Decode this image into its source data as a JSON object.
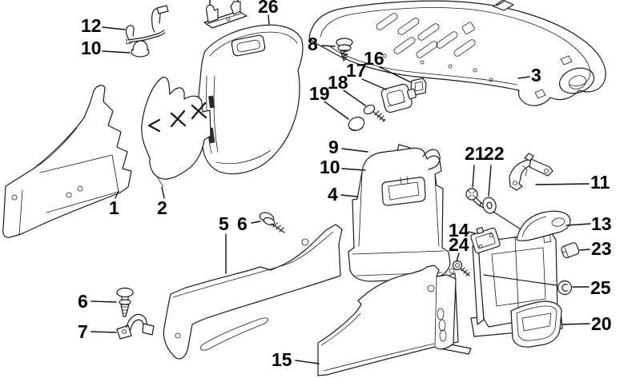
{
  "diagram": {
    "background": "#ffffff",
    "ink": "#1b1b1b",
    "callouts": [
      {
        "label": "12"
      },
      {
        "label": "10"
      },
      {
        "label": "26"
      },
      {
        "label": "8"
      },
      {
        "label": "16"
      },
      {
        "label": "17"
      },
      {
        "label": "18"
      },
      {
        "label": "19"
      },
      {
        "label": "3"
      },
      {
        "label": "9"
      },
      {
        "label": "10"
      },
      {
        "label": "4"
      },
      {
        "label": "21"
      },
      {
        "label": "22"
      },
      {
        "label": "11"
      },
      {
        "label": "13"
      },
      {
        "label": "14"
      },
      {
        "label": "24"
      },
      {
        "label": "23"
      },
      {
        "label": "25"
      },
      {
        "label": "20"
      },
      {
        "label": "5"
      },
      {
        "label": "6"
      },
      {
        "label": "1"
      },
      {
        "label": "2"
      },
      {
        "label": "6"
      },
      {
        "label": "7"
      },
      {
        "label": "15"
      }
    ]
  }
}
